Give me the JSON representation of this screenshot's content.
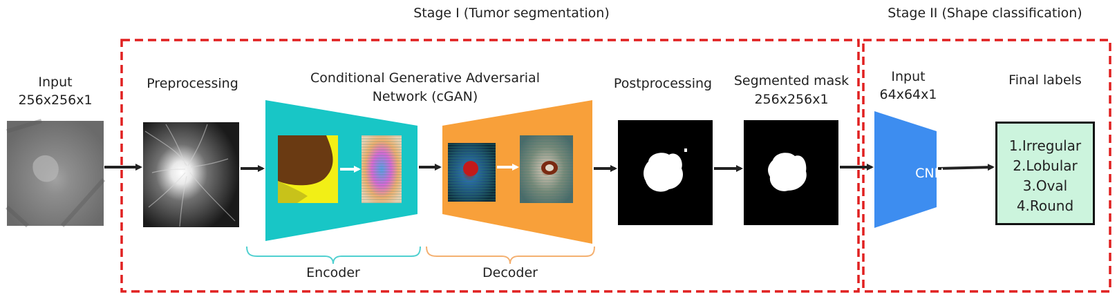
{
  "stage1": {
    "title": "Stage I (Tumor segmentation)"
  },
  "stage2": {
    "title": "Stage II (Shape classification)"
  },
  "input": {
    "title": "Input",
    "size": "256x256x1"
  },
  "preprocessing": {
    "title": "Preprocessing"
  },
  "cgan": {
    "title_line1": "Conditional Generative Adversarial",
    "title_line2": "Network (cGAN)"
  },
  "encoder": {
    "label": "Encoder"
  },
  "decoder": {
    "label": "Decoder"
  },
  "postprocessing": {
    "title": "Postprocessing"
  },
  "mask": {
    "title": "Segmented mask",
    "size": "256x256x1"
  },
  "cnn_input": {
    "title": "Input",
    "size": "64x64x1"
  },
  "cnn": {
    "label": "CNN"
  },
  "final": {
    "title": "Final labels",
    "labels": [
      "1.Irregular",
      "2.Lobular",
      "3.Oval",
      "4.Round"
    ]
  },
  "colors": {
    "stage_border": "#e02020",
    "encoder": "#18c6c6",
    "decoder": "#f8a03a",
    "cnn": "#3d8df0",
    "final_box": "#ccf4dd",
    "encoder_brace": "#50d0d0",
    "decoder_brace": "#f4b070"
  }
}
